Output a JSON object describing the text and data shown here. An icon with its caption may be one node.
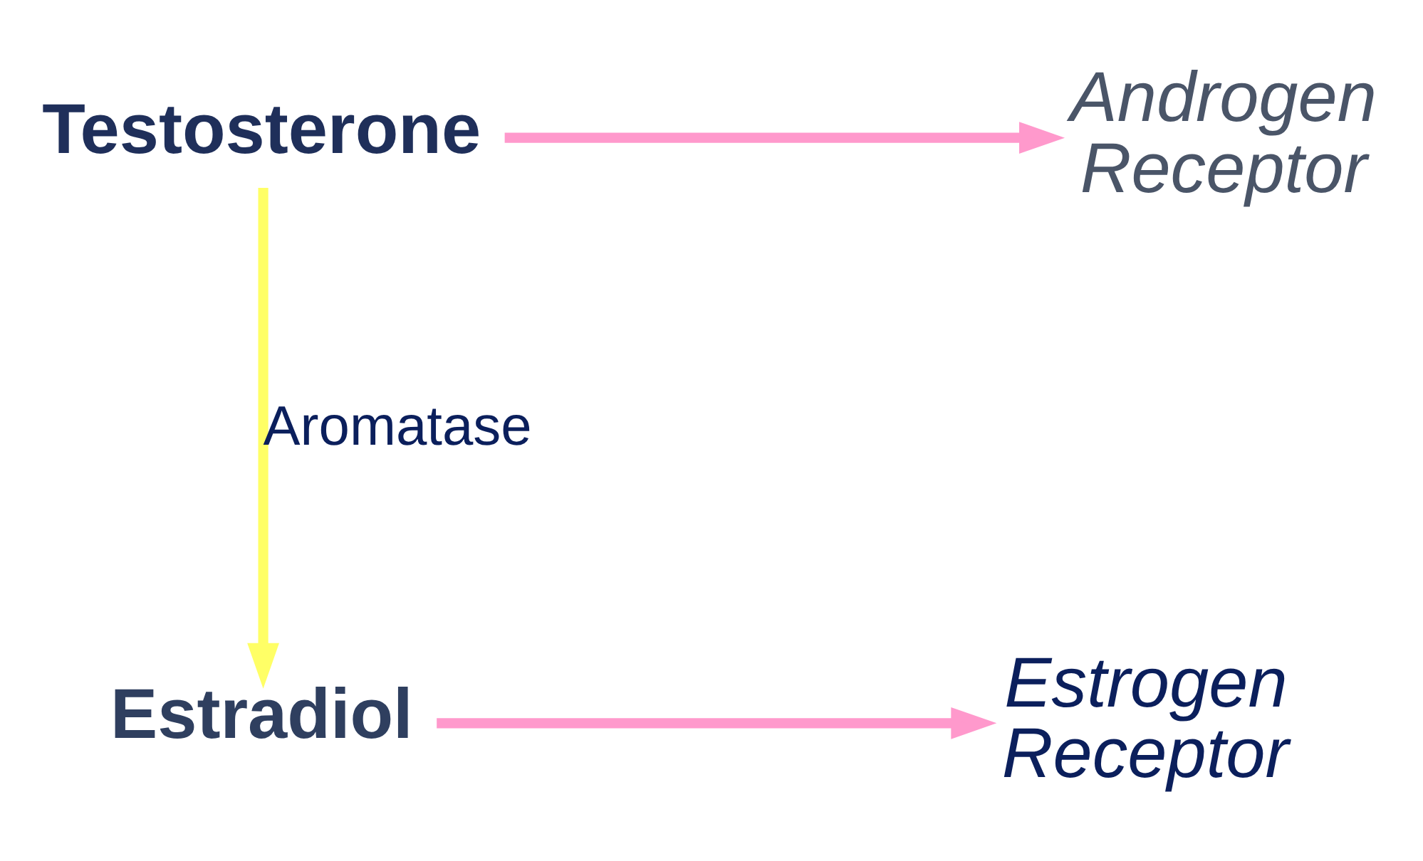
{
  "diagram": {
    "nodes": [
      {
        "text": [
          "Testosterone"
        ]
      },
      {
        "text": [
          "Androgen Receptor"
        ]
      },
      {
        "text": [
          "Estradiol"
        ]
      },
      {
        "text": [
          "Estrogen Receptor"
        ]
      }
    ],
    "edges": [
      {
        "from": 0,
        "to": 1,
        "arrow": "to"
      },
      {
        "from": 0,
        "to": 2,
        "arrow": "to",
        "label": "Aromatase",
        "color": "#ffff66"
      },
      {
        "from": 2,
        "to": 3,
        "arrow": "to"
      }
    ]
  }
}
